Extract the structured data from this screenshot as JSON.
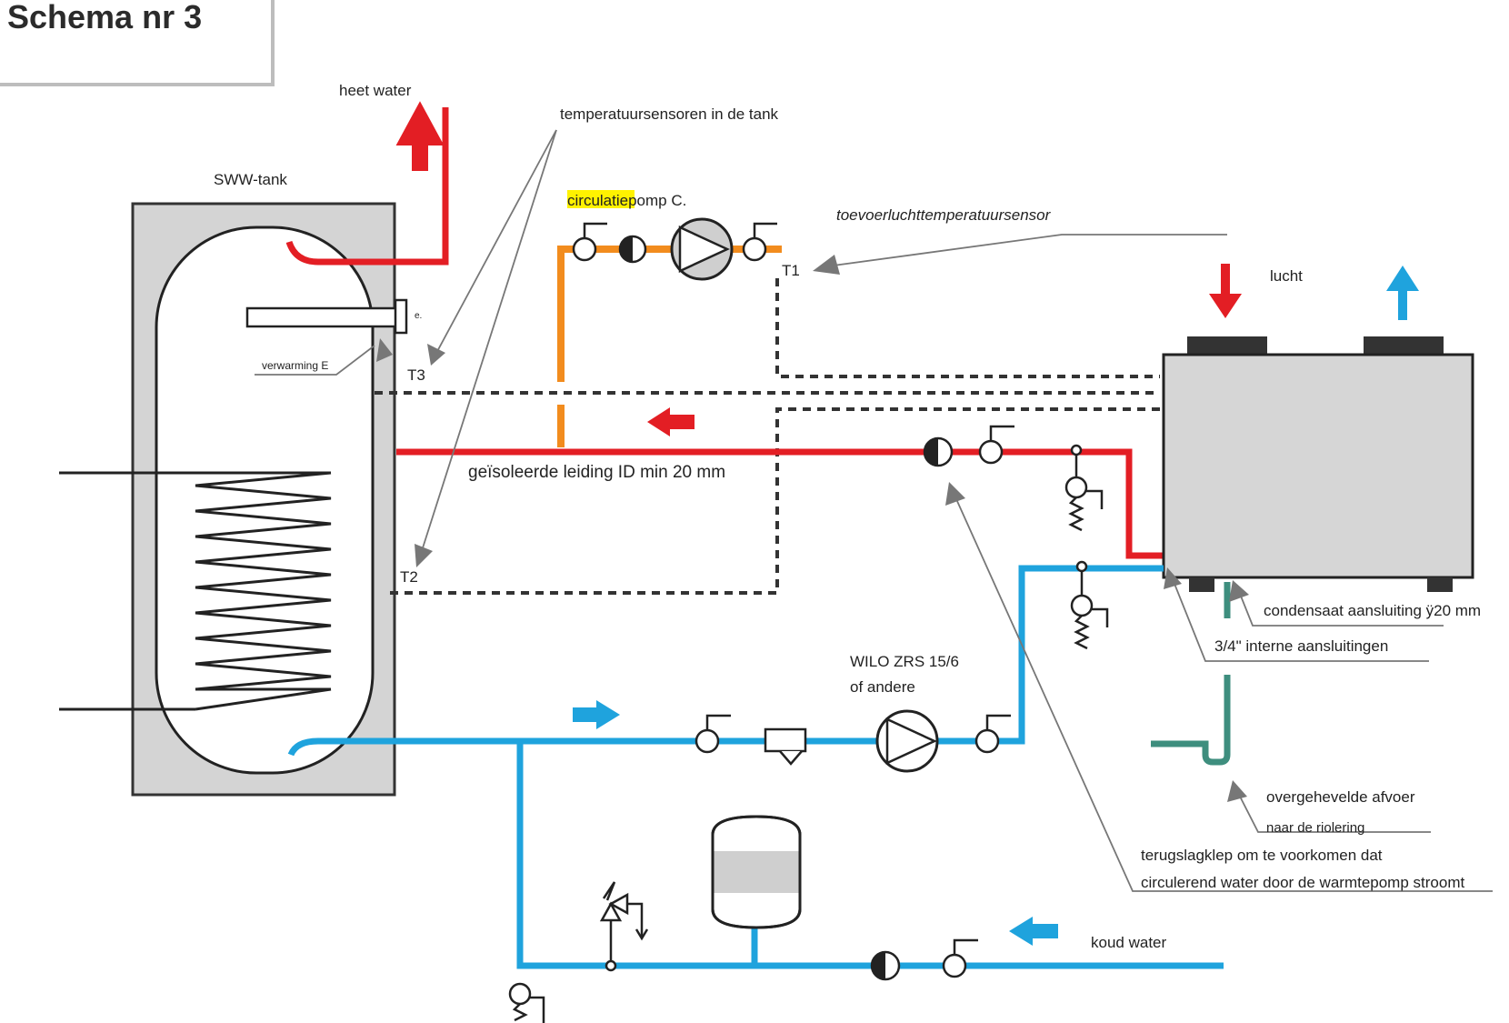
{
  "title": "Schema nr 3",
  "labels": {
    "hot_water": "heet water",
    "temp_sensors": "temperatuursensoren in de tank",
    "tank": "SWW-tank",
    "circ_pump_highlight": "circulatie",
    "circ_pump_rest": "pomp C.",
    "supply_air_sensor": "toevoerluchttemperatuursensor",
    "t1": "T1",
    "air": "lucht",
    "heater_small": "e.",
    "heating": "verwarming E",
    "t3": "T3",
    "insulated_pipe": "geïsoleerde leiding ID min 20 mm",
    "t2": "T2",
    "condensate": "condensaat aansluiting ÿ20 mm",
    "internal_connections": "3/4\" interne aansluitingen",
    "pump_model": "WILO ZRS 15/6",
    "pump_alt": "of andere",
    "siphon_drain": "overgehevelde afvoer",
    "to_sewer": "naar de riolering",
    "check_valve_1": "terugslagklep om te voorkomen dat",
    "check_valve_2": "circulerend water door de warmtepomp stroomt",
    "cold_water": "koud water"
  },
  "colors": {
    "hot_pipe": "#e31e24",
    "cold_pipe": "#1fa3dd",
    "circulation_pipe": "#f28c1e",
    "drain_pipe": "#3e8e7e",
    "tank_fill": "#d4d4d4",
    "unit_fill": "#d6d6d6",
    "highlight": "#fff200"
  }
}
